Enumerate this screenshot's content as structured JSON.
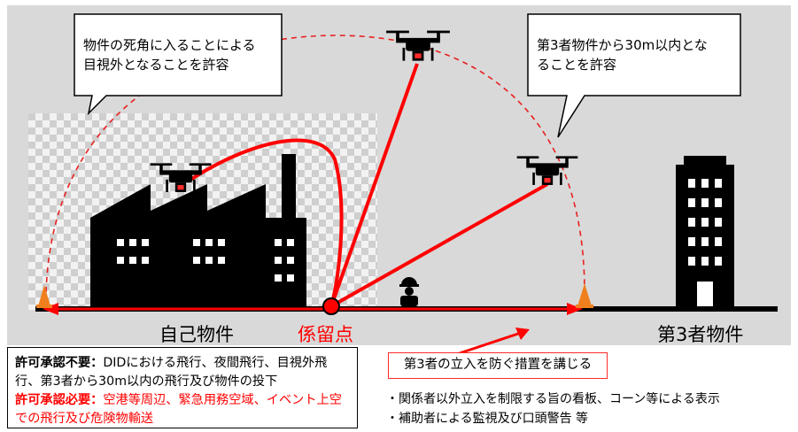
{
  "callouts": {
    "left": "物件の死角に入ることによる\n目視外となることを許容",
    "right": "第3者物件から30m以内とな\nることを許容"
  },
  "ground_labels": {
    "own_property": "自己物件",
    "tether_point": "係留点",
    "third_party_property": "第3者物件"
  },
  "permit": {
    "not_required_label": "許可承認不要：",
    "not_required_text": "DIDにおける飛行、夜間飛行、目視外飛行、第3者から30m以内の飛行及び物件の投下",
    "required_label": "許可承認必要：",
    "required_text": "空港等周辺、緊急用務空域、イベント上空での飛行及び危険物輸送"
  },
  "measures": {
    "title": "第3者の立入を防ぐ措置を講じる",
    "bullets": [
      "・関係者以外立入を制限する旨の看板、コーン等による表示",
      "・補助者による監視及び口頭警告 等"
    ]
  },
  "colors": {
    "background_gray": "#d9d9d9",
    "tether_red": "#ff0000",
    "checker_light": "#f0f0f0",
    "checker_dark": "#d0d0d0",
    "silhouette": "#000000",
    "cone_orange": "#f0801e"
  }
}
